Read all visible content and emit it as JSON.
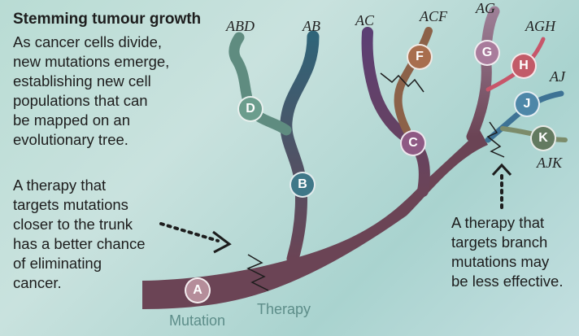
{
  "title": "Stemming tumour growth",
  "intro": "As cancer cells divide,\nnew mutations emerge,\nestablishing new cell\npopulations that can\nbe mapped on an\nevolutionary tree.",
  "note_trunk": "A therapy that\ntargets mutations\ncloser to the trunk\nhas a better chance\nof eliminating\ncancer.",
  "note_branch": "A therapy that\ntargets branch\nmutations may\nbe less effective.",
  "captions": {
    "mutation": "Mutation",
    "therapy": "Therapy"
  },
  "leaves": {
    "abd": "ABD",
    "ab": "AB",
    "ac": "AC",
    "acf": "ACF",
    "ag": "AG",
    "agh": "AGH",
    "aj": "AJ",
    "ajk": "AJK"
  },
  "nodes": {
    "a": "A",
    "b": "B",
    "c": "C",
    "d": "D",
    "f": "F",
    "g": "G",
    "h": "H",
    "j": "J",
    "k": "K"
  },
  "colors": {
    "trunk": "#6b4455",
    "trunk_light": "#a07a86",
    "a": "#b58d9a",
    "b": "#3f7788",
    "c": "#8e5a84",
    "d": "#6c9d8d",
    "f": "#a86e4e",
    "g": "#a97c9c",
    "h": "#c25b68",
    "j": "#4e87a8",
    "k": "#637a60",
    "ab_branch": "#2f6478",
    "abd_branch": "#5f8c80",
    "ac_branch": "#5c3f74",
    "acf_branch": "#8c6249",
    "agh_branch": "#c7566a",
    "aj_branch": "#3e7395",
    "ajk_branch": "#7c8c6b",
    "caption": "#5d8d89"
  }
}
